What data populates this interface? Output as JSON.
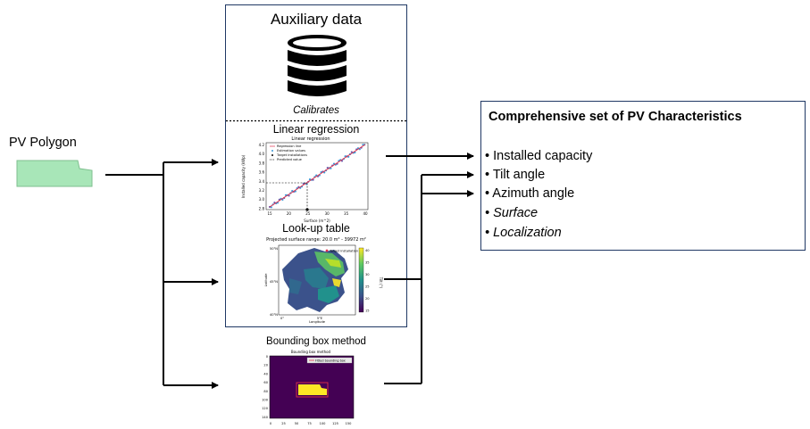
{
  "pv_polygon": {
    "label": "PV Polygon",
    "fill": "#a8e6b8",
    "stroke": "#7fbf8f"
  },
  "auxiliary": {
    "title": "Auxiliary data",
    "caption": "Calibrates",
    "border_color": "#1f3864"
  },
  "linear_regression": {
    "label": "Linear regression",
    "plot": {
      "title": "Linear regression",
      "xlabel": "Surface (m^2)",
      "ylabel": "Installed capacity (kWp)",
      "legend": [
        "Regression line",
        "Estimation values",
        "Target installations",
        "Predicted value"
      ],
      "x_ticks": [
        "15",
        "20",
        "25",
        "30",
        "35",
        "40"
      ],
      "y_ticks": [
        "4.2",
        "4.0",
        "3.8",
        "3.6",
        "3.4",
        "3.2",
        "3.0",
        "2.8"
      ]
    }
  },
  "lookup_table": {
    "label": "Look-up table",
    "plot": {
      "subtitle": "Projected surface range: 20.0 m² - 39972 m²",
      "legend": [
        "Target installation"
      ],
      "xlabel": "Longitude",
      "ylabel": "Latitude",
      "x_ticks": [
        "0°",
        "5°E"
      ],
      "y_ticks": [
        "50°N",
        "45°N",
        "40°N"
      ],
      "colorbar_ticks": [
        "40",
        "35",
        "30",
        "25",
        "20",
        "15"
      ],
      "colorbar_label": "Tilt (°)"
    }
  },
  "bounding_box": {
    "label": "Bounding box method",
    "plot": {
      "title": "Bounding box method",
      "legend": [
        "Fitted bounding box"
      ],
      "y_ticks": [
        "0",
        "20",
        "40",
        "60",
        "80",
        "100",
        "120",
        "140"
      ],
      "x_ticks": [
        "0",
        "25",
        "50",
        "75",
        "100",
        "125",
        "150"
      ]
    }
  },
  "characteristics": {
    "title": "Comprehensive set of PV Characteristics",
    "items": [
      {
        "text": "• Installed capacity",
        "italic": false
      },
      {
        "text": "• Tilt angle",
        "italic": false
      },
      {
        "text": "• Azimuth angle",
        "italic": false
      },
      {
        "text": "• Surface",
        "italic": true
      },
      {
        "text": "• Localization",
        "italic": true
      }
    ]
  }
}
